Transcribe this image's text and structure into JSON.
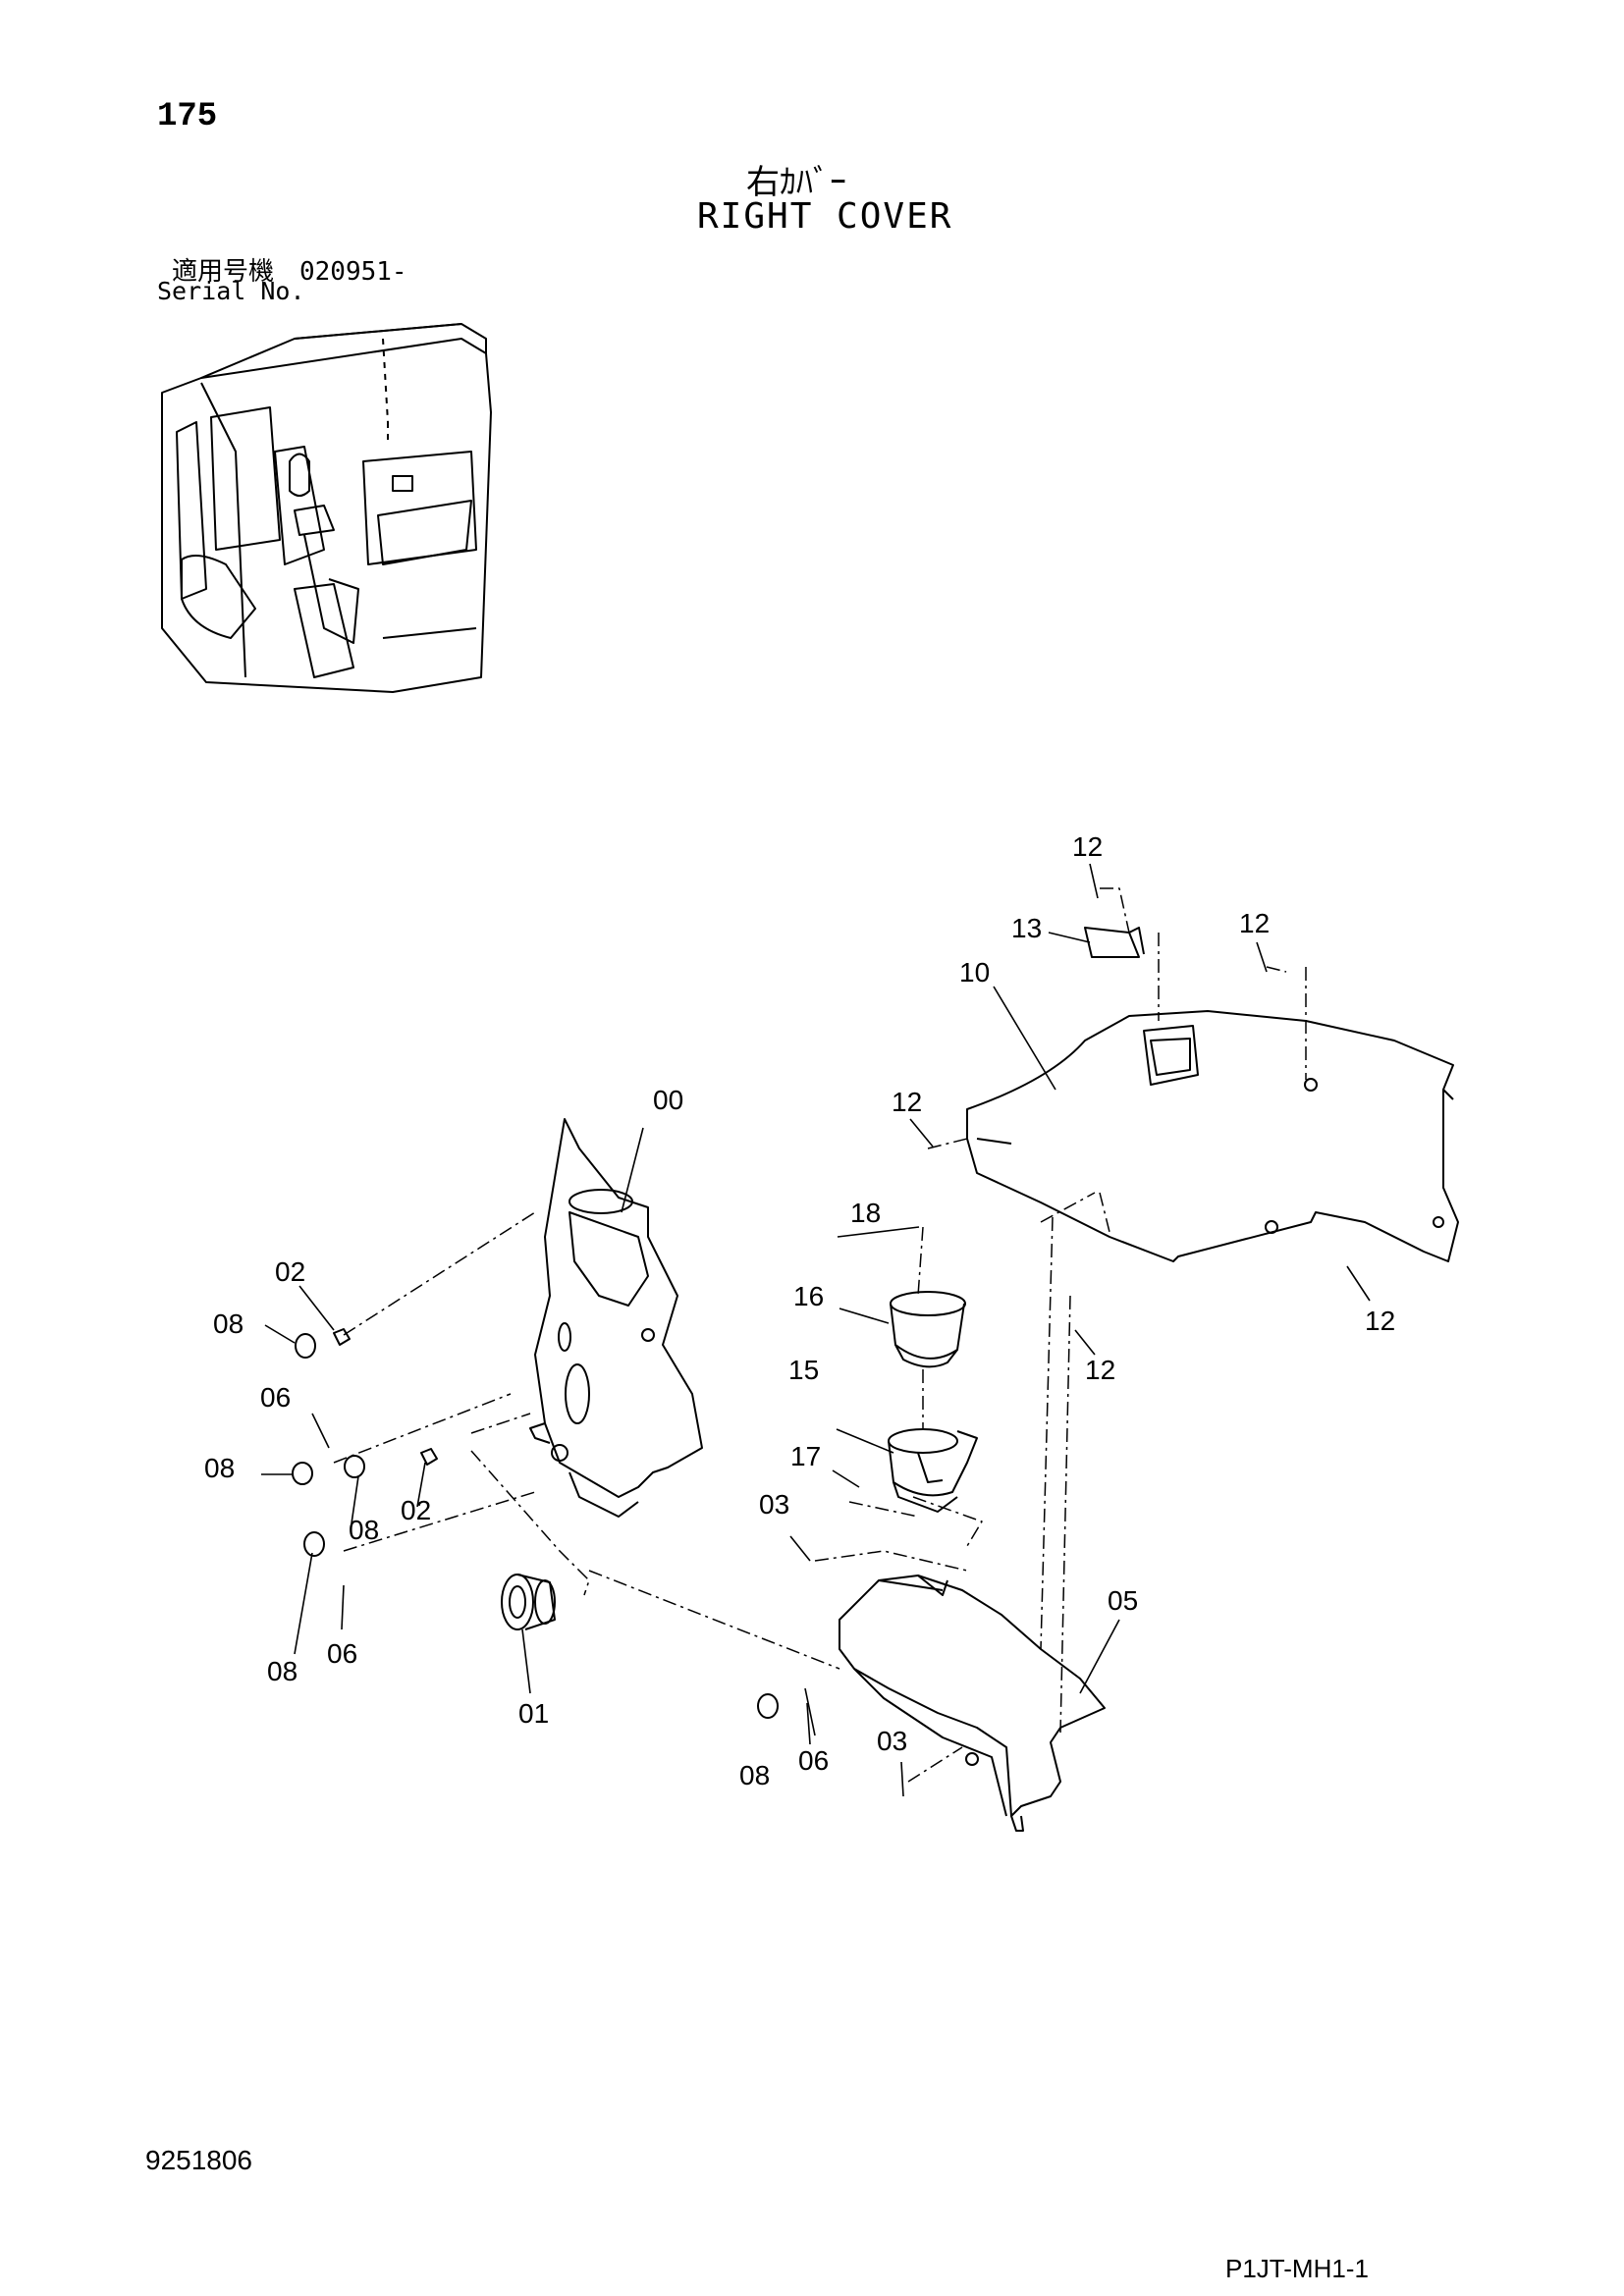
{
  "header": {
    "page_number": "175",
    "title_jp": "右ｶﾊﾞｰ",
    "title_en": "RIGHT COVER",
    "serial_jp": "適用号機　020951-",
    "serial_en": "Serial No."
  },
  "footer": {
    "document_number": "9251806",
    "page_code": "P1JT-MH1-1"
  },
  "callouts": [
    {
      "id": "c-00",
      "text": "00"
    },
    {
      "id": "c-01",
      "text": "01"
    },
    {
      "id": "c-02a",
      "text": "02"
    },
    {
      "id": "c-02b",
      "text": "02"
    },
    {
      "id": "c-03a",
      "text": "03"
    },
    {
      "id": "c-03b",
      "text": "03"
    },
    {
      "id": "c-05",
      "text": "05"
    },
    {
      "id": "c-06a",
      "text": "06"
    },
    {
      "id": "c-06b",
      "text": "06"
    },
    {
      "id": "c-06c",
      "text": "06"
    },
    {
      "id": "c-08a",
      "text": "08"
    },
    {
      "id": "c-08b",
      "text": "08"
    },
    {
      "id": "c-08c",
      "text": "08"
    },
    {
      "id": "c-08d",
      "text": "08"
    },
    {
      "id": "c-08e",
      "text": "08"
    },
    {
      "id": "c-10",
      "text": "10"
    },
    {
      "id": "c-12a",
      "text": "12"
    },
    {
      "id": "c-12b",
      "text": "12"
    },
    {
      "id": "c-12c",
      "text": "12"
    },
    {
      "id": "c-12d",
      "text": "12"
    },
    {
      "id": "c-12e",
      "text": "12"
    },
    {
      "id": "c-13",
      "text": "13"
    },
    {
      "id": "c-15",
      "text": "15"
    },
    {
      "id": "c-16",
      "text": "16"
    },
    {
      "id": "c-17",
      "text": "17"
    },
    {
      "id": "c-18",
      "text": "18"
    }
  ]
}
